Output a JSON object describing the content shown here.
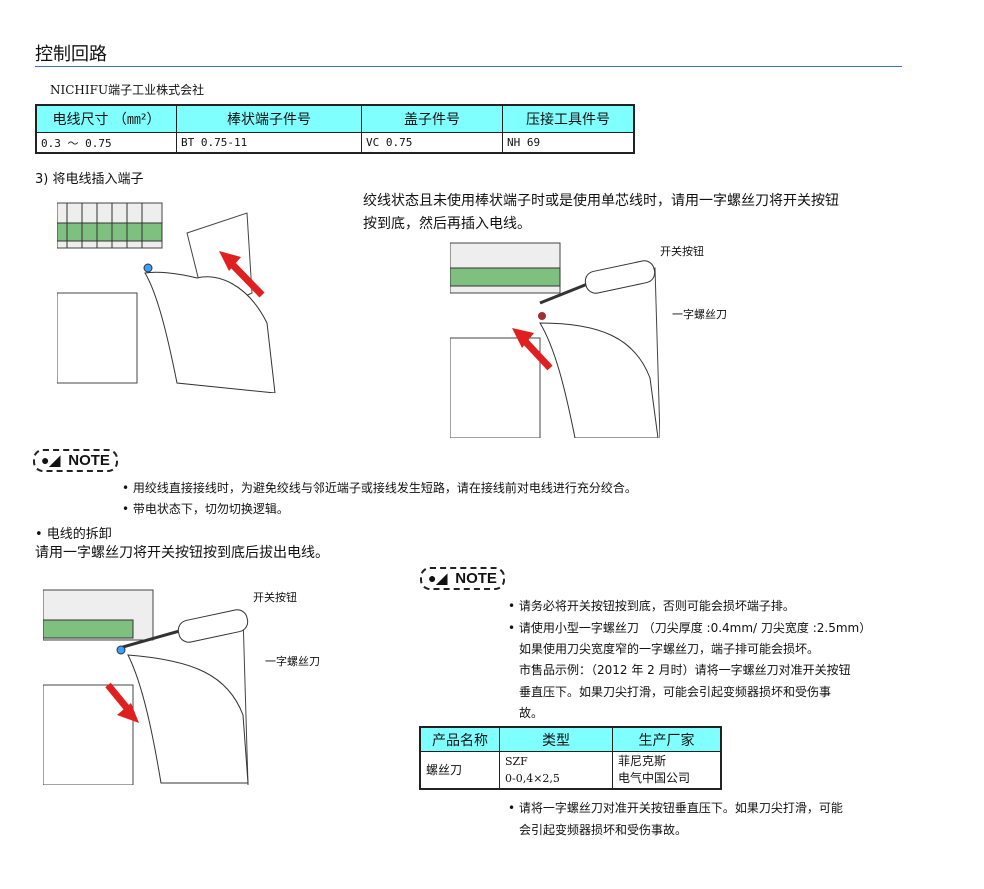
{
  "title": "控制回路",
  "manufacturer": "NICHIFU端子工业株式会社",
  "table1": {
    "headers": [
      "电线尺寸 （㎜²）",
      "棒状端子件号",
      "盖子件号",
      "压接工具件号"
    ],
    "row": [
      "0.3 ～ 0.75",
      "BT 0.75-11",
      "VC 0.75",
      "NH 69"
    ]
  },
  "step3": "3) 将电线插入端子",
  "step3_desc": [
    "绞线状态且未使用棒状端子时或是使用单芯线时，请用一字螺丝刀将开关按钮",
    "按到底，然后再插入电线。"
  ],
  "labels": {
    "switch_button": "开关按钮",
    "screwdriver": "一字螺丝刀"
  },
  "note_label": "NOTE",
  "note1": [
    "• 用绞线直接接线时，为避免绞线与邻近端子或接线发生短路，请在接线前对电线进行充分绞合。",
    "• 带电状态下，切勿切换逻辑。"
  ],
  "removal_heading": "• 电线的拆卸",
  "removal_desc": "请用一字螺丝刀将开关按钮按到底后拔出电线。",
  "note2": {
    "bullet1": "• 请务必将开关按钮按到底，否则可能会损坏端子排。",
    "bullet2": [
      "• 请使用小型一字螺丝刀 （刀尖厚度 :0.4mm/ 刀尖宽度 :2.5mm）",
      "如果使用刀尖宽度窄的一字螺丝刀，端子排可能会损坏。",
      "市售品示例：（2012 年 2 月时）请将一字螺丝刀对准开关按钮",
      "垂直压下。如果刀尖打滑，可能会引起变频器损坏和受伤事",
      "故。"
    ],
    "bullet3": [
      "• 请将一字螺丝刀对准开关按钮垂直压下。如果刀尖打滑，可能",
      "会引起变频器损坏和受伤事故。"
    ]
  },
  "table2": {
    "headers": [
      "产品名称",
      "类型",
      "生产厂家"
    ],
    "row": {
      "name": "螺丝刀",
      "type": [
        "SZF",
        "0-0,4×2,5"
      ],
      "maker": [
        "菲尼克斯",
        "电气中国公司"
      ]
    }
  },
  "colors": {
    "header_bg": "#80ffff",
    "rule": "#3a6fd8",
    "arrow": "#e02020"
  }
}
